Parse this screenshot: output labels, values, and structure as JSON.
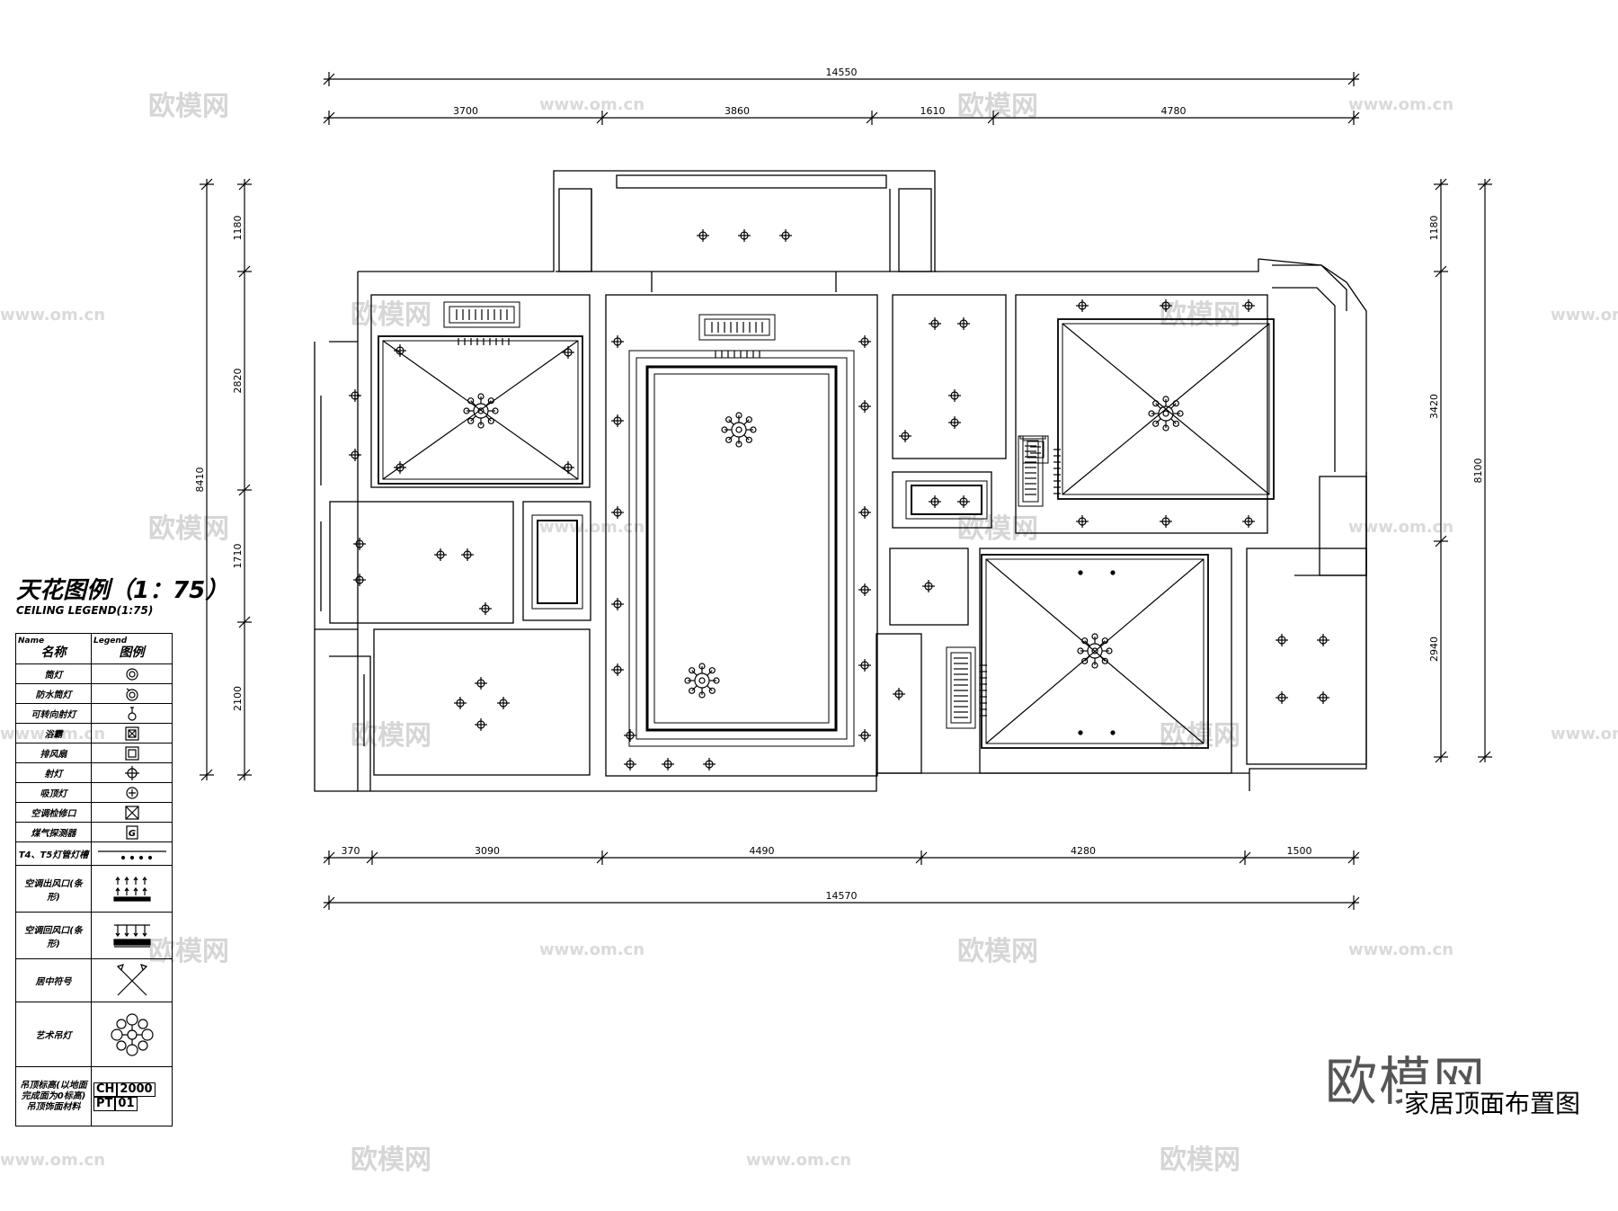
{
  "dimensions": {
    "top_total": "14550",
    "top_segments": [
      "3700",
      "3860",
      "1610",
      "4780"
    ],
    "bottom_total": "14570",
    "bottom_segments": [
      "370",
      "3090",
      "4490",
      "4280",
      "1500"
    ],
    "left_total": "8410",
    "left_segments": [
      "1180",
      "2820",
      "1710",
      "2100"
    ],
    "right_total": "8100",
    "right_segments": [
      "1180",
      "3420",
      "2940"
    ]
  },
  "legend": {
    "title": "天花图例（1：75）",
    "subtitle": "CEILING LEGEND(1:75)",
    "header_name_en": "Name",
    "header_name_cn": "名称",
    "header_legend_en": "Legend",
    "header_legend_cn": "图例",
    "rows": [
      {
        "name": "筒灯",
        "icon": "downlight-icon"
      },
      {
        "name": "防水筒灯",
        "icon": "waterproof-downlight-icon"
      },
      {
        "name": "可转向射灯",
        "icon": "adjustable-spotlight-icon"
      },
      {
        "name": "浴霸",
        "icon": "bath-heater-icon"
      },
      {
        "name": "排风扇",
        "icon": "exhaust-fan-icon"
      },
      {
        "name": "射灯",
        "icon": "spotlight-icon"
      },
      {
        "name": "吸顶灯",
        "icon": "ceiling-light-icon"
      },
      {
        "name": "空调检修口",
        "icon": "ac-access-panel-icon"
      },
      {
        "name": "煤气探测器",
        "icon": "gas-detector-icon"
      },
      {
        "name": "T4、T5灯管灯槽",
        "icon": "fluorescent-trough-icon"
      },
      {
        "name": "空调出风口(条形)",
        "icon": "ac-supply-vent-icon"
      },
      {
        "name": "空调回风口(条形)",
        "icon": "ac-return-vent-icon"
      },
      {
        "name": "居中符号",
        "icon": "center-mark-icon"
      },
      {
        "name": "艺术吊灯",
        "icon": "chandelier-icon"
      }
    ],
    "last_row_name": "吊顶标高(以地面完成面为0标高)吊顶饰面材料",
    "ch_label": "CH",
    "ch_value": "2000",
    "pt_label": "PT",
    "pt_value": "01",
    "gas_detector_mark": "G"
  },
  "brand": "欧模网",
  "drawing_title": "家居顶面布置图",
  "watermark_cn": "欧模网",
  "watermark_url": "www.om.cn"
}
